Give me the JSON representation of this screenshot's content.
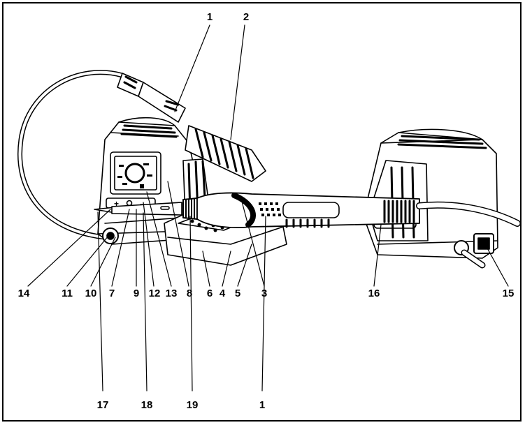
{
  "figure": {
    "callouts": {
      "c1_top": "1",
      "c2": "2",
      "c14": "14",
      "c11": "11",
      "c10": "10",
      "c7": "7",
      "c9": "9",
      "c12": "12",
      "c13": "13",
      "c8": "8",
      "c6": "6",
      "c4": "4",
      "c5": "5",
      "c3": "3",
      "c16": "16",
      "c15": "15",
      "c17": "17",
      "c18": "18",
      "c19": "19",
      "c1_bottom": "1"
    }
  }
}
